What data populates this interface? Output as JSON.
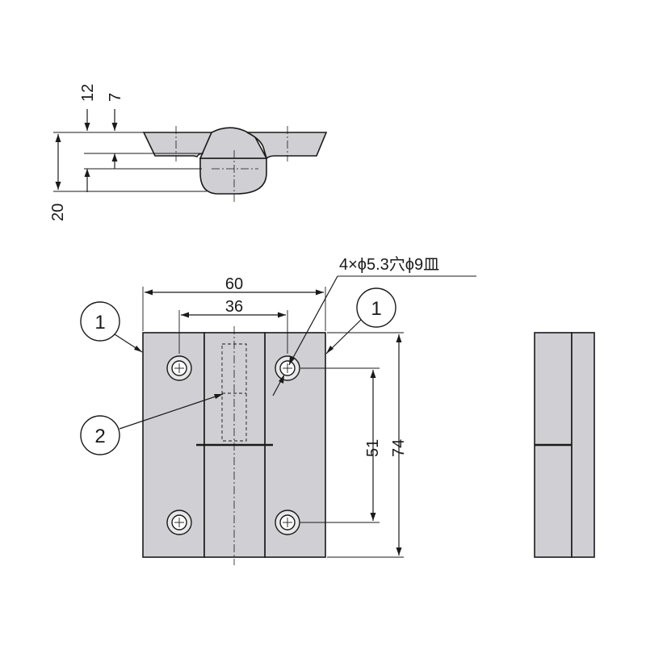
{
  "top_view": {
    "dim_total_height": "20",
    "dim_upper": "12",
    "dim_lower": "7"
  },
  "front_view": {
    "dim_width_total": "60",
    "dim_hole_pitch_x": "36",
    "dim_hole_pitch_y": "51",
    "dim_height_total": "74",
    "hole_note": "4×ϕ5.3穴ϕ9皿"
  },
  "balloons": {
    "left_part": "1",
    "right_part": "1",
    "pin": "2"
  },
  "colors": {
    "part_fill": "#cfcfd4",
    "line": "#1a1a1a"
  }
}
